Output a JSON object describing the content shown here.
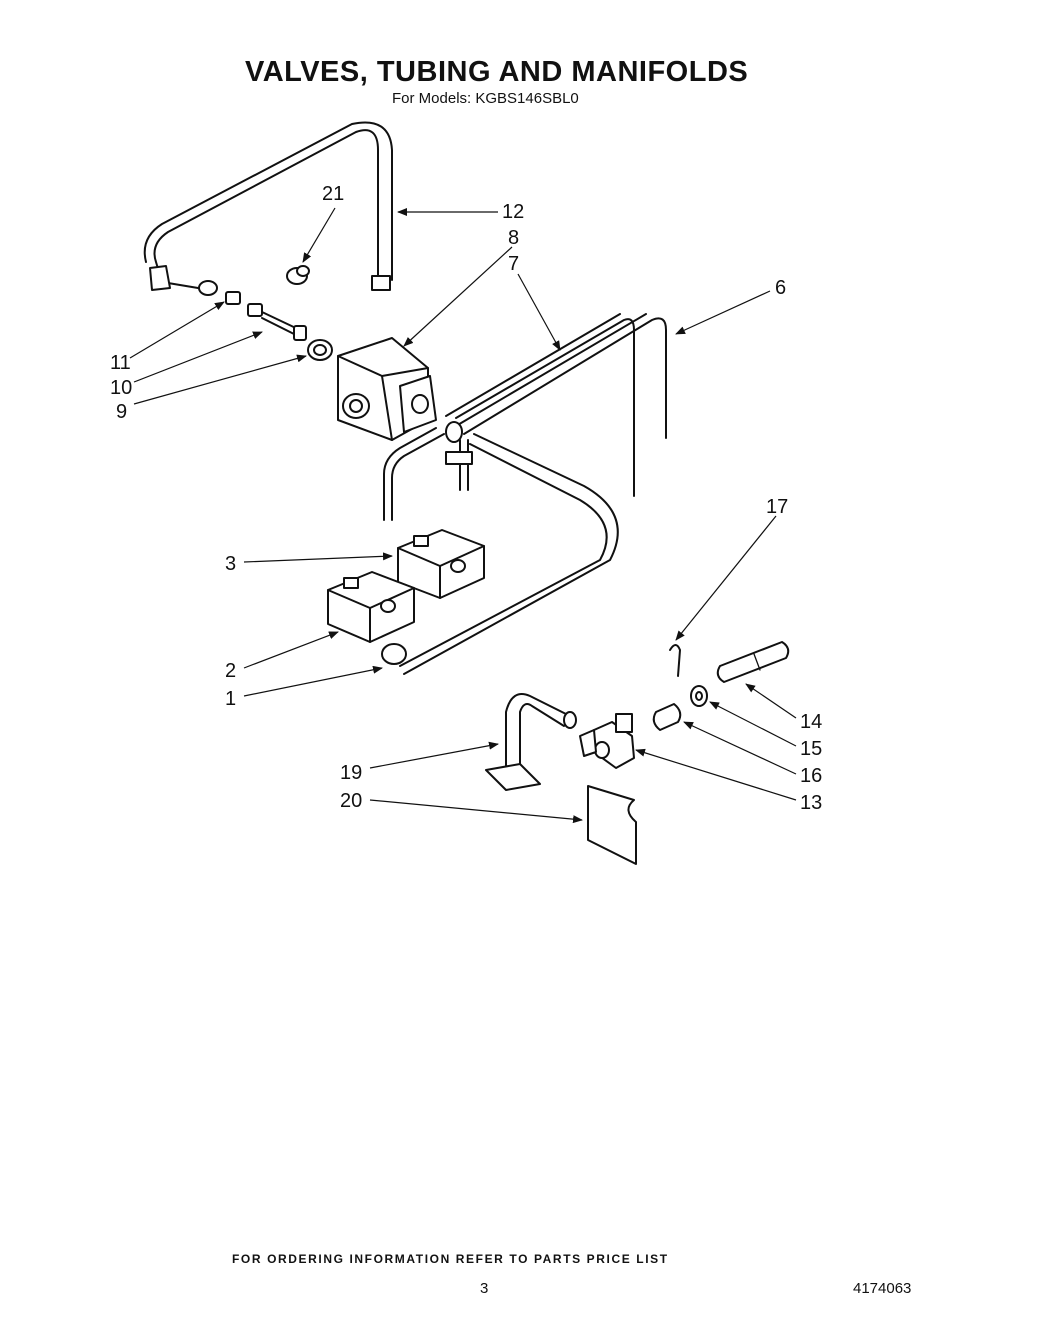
{
  "header": {
    "title": "VALVES, TUBING AND MANIFOLDS",
    "subtitle": "For Models: KGBS146SBL0"
  },
  "callouts": {
    "c1": "1",
    "c2": "2",
    "c3": "3",
    "c6": "6",
    "c7": "7",
    "c8": "8",
    "c9": "9",
    "c10": "10",
    "c11": "11",
    "c12": "12",
    "c13": "13",
    "c14": "14",
    "c15": "15",
    "c16": "16",
    "c17": "17",
    "c19": "19",
    "c20": "20",
    "c21": "21"
  },
  "footer": {
    "note": "FOR ORDERING INFORMATION REFER TO PARTS PRICE LIST",
    "page_number": "3",
    "doc_number": "4174063"
  }
}
